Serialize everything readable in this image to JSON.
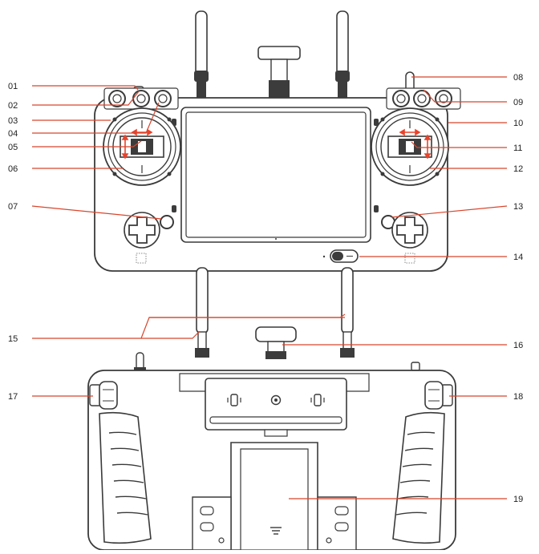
{
  "colors": {
    "outline": "#3a3a3a",
    "callout_line": "#d8462e",
    "arrow": "#e8432b",
    "label_text": "#222222",
    "screen_fill": "#ffffff",
    "body_fill": "#ffffff",
    "dark_part": "#3c3c3c"
  },
  "callouts": {
    "c01": "01",
    "c02": "02",
    "c03": "03",
    "c04": "04",
    "c05": "05",
    "c06": "06",
    "c07": "07",
    "c08": "08",
    "c09": "09",
    "c10": "10",
    "c11": "11",
    "c12": "12",
    "c13": "13",
    "c14": "14",
    "c15": "15",
    "c16": "16",
    "c17": "17",
    "c18": "18",
    "c19": "19"
  }
}
